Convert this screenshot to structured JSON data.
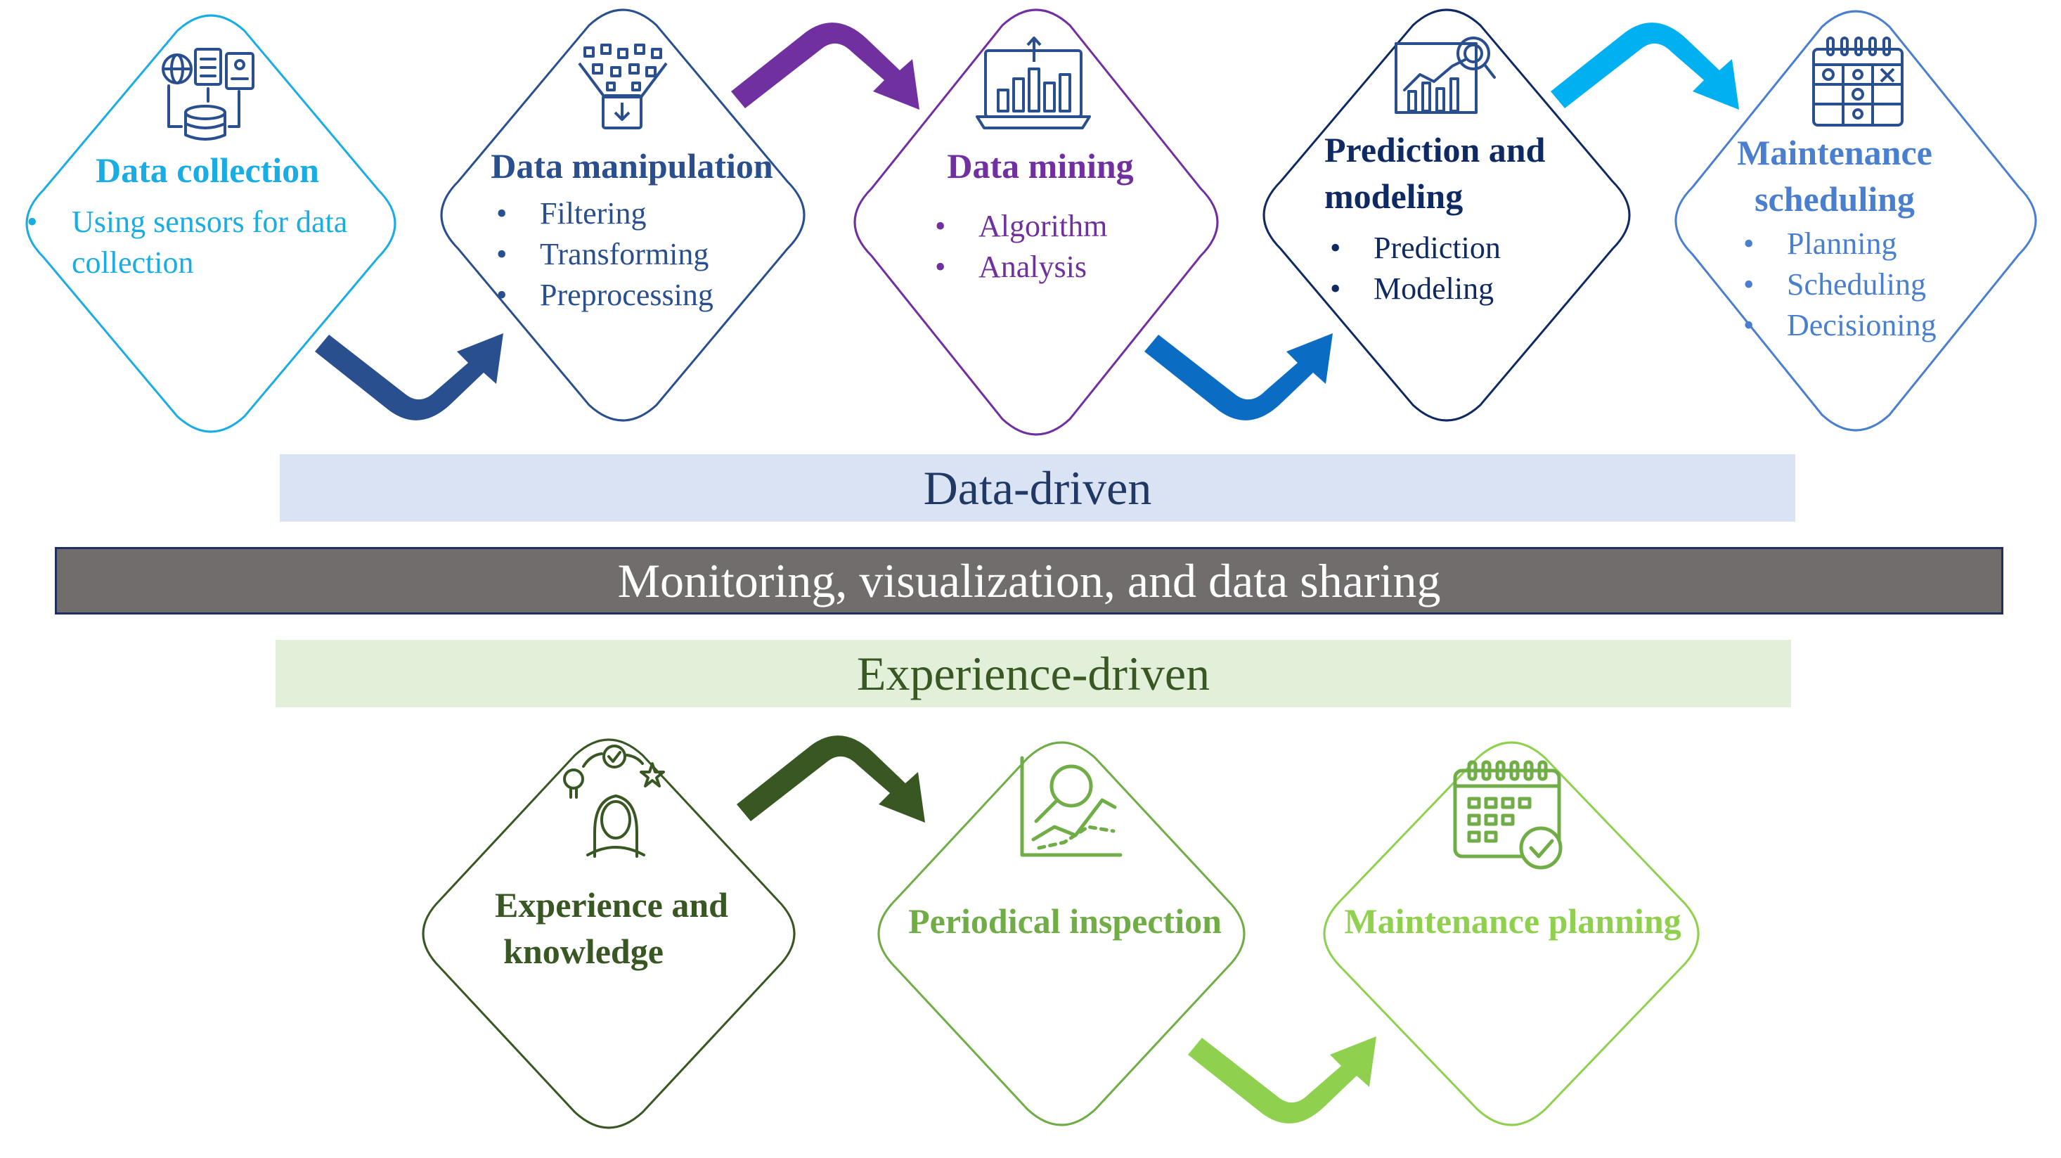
{
  "colors": {
    "collection": "#1AADE4",
    "manipulation": "#2A4F8F",
    "mining": "#7030A0",
    "prediction": "#0F2A63",
    "scheduling": "#4A7FD0",
    "prediction_arrow": "#0A6CC2",
    "scheduling_arrow": "#00B0F0",
    "experience": "#385723",
    "inspection": "#70AD47",
    "planning": "#8FD14F",
    "data_band": "#DAE3F3",
    "data_band_text": "#1F3864",
    "monitor_band": "#716D6D",
    "monitor_border": "#1F2F60",
    "monitor_text": "#FFFFFF",
    "exp_band": "#E2F0D9",
    "exp_band_text": "#385723"
  },
  "data_driven": {
    "steps": [
      {
        "id": "collection",
        "icon": "database-documents-icon",
        "title": "Data collection",
        "items": [
          "Using sensors for data collection"
        ]
      },
      {
        "id": "manipulation",
        "icon": "data-funnel-icon",
        "title": "Data manipulation",
        "items": [
          "Filtering",
          "Transforming",
          "Preprocessing"
        ]
      },
      {
        "id": "mining",
        "icon": "laptop-chart-icon",
        "title": "Data mining",
        "items": [
          "Algorithm",
          "Analysis"
        ]
      },
      {
        "id": "prediction",
        "icon": "trend-magnifier-icon",
        "title_lines": [
          "Prediction and",
          "modeling"
        ],
        "items": [
          "Prediction",
          "Modeling"
        ]
      },
      {
        "id": "scheduling",
        "icon": "schedule-grid-icon",
        "title_lines": [
          "Maintenance",
          "scheduling"
        ],
        "items": [
          "Planning",
          "Scheduling",
          "Decisioning"
        ]
      }
    ]
  },
  "bands": {
    "data_driven": "Data-driven",
    "monitoring": "Monitoring, visualization, and data sharing",
    "experience_driven": "Experience-driven"
  },
  "experience_driven": {
    "steps": [
      {
        "id": "experience",
        "icon": "person-ideas-icon",
        "title_lines": [
          "Experience and",
          "knowledge"
        ]
      },
      {
        "id": "inspection",
        "icon": "chart-inspection-icon",
        "title": "Periodical inspection"
      },
      {
        "id": "planning",
        "icon": "calendar-check-icon",
        "title": "Maintenance planning"
      }
    ]
  }
}
